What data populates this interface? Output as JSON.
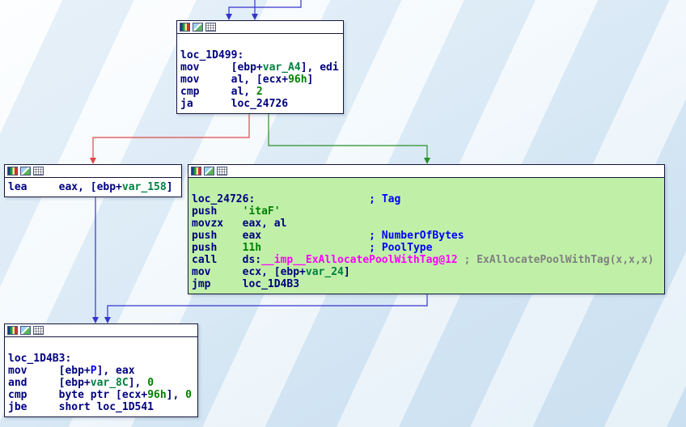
{
  "app": "disassembler-graph-view",
  "colors": {
    "code_default": "#000080",
    "number": "#008000",
    "string_literal": "#008000",
    "stack_var": "#008040",
    "named_var": "#0000ff",
    "comment": "#0000ff",
    "import_name": "#ff00ff",
    "auto_comment": "#808080",
    "edge_normal": "#3434cc",
    "edge_false": "#e04848",
    "edge_true": "#289028",
    "node_bg": "#ffffff",
    "node_highlight_bg": "#c0f0a8",
    "node_border": "#15153a"
  },
  "node_toolbar_icons": [
    "color-swatch-icon",
    "image-icon",
    "calculator-icon"
  ],
  "nodes": [
    {
      "name": "loc_1D499",
      "highlight": false,
      "lines": [
        [
          {
            "t": "loc_1D499:",
            "c": "default"
          }
        ],
        [
          {
            "t": "mov     [ebp+",
            "c": "default"
          },
          {
            "t": "var_A4",
            "c": "stack_var"
          },
          {
            "t": "], edi",
            "c": "default"
          }
        ],
        [
          {
            "t": "mov     al, [ecx+",
            "c": "default"
          },
          {
            "t": "96h",
            "c": "number"
          },
          {
            "t": "]",
            "c": "default"
          }
        ],
        [
          {
            "t": "cmp     al, ",
            "c": "default"
          },
          {
            "t": "2",
            "c": "number"
          }
        ],
        [
          {
            "t": "ja      loc_24726",
            "c": "default"
          }
        ]
      ]
    },
    {
      "name": "lea-block",
      "highlight": false,
      "lines": [
        [
          {
            "t": "lea     eax, [ebp+",
            "c": "default"
          },
          {
            "t": "var_158",
            "c": "stack_var"
          },
          {
            "t": "]",
            "c": "default"
          }
        ]
      ]
    },
    {
      "name": "loc_24726",
      "highlight": true,
      "lines": [
        [
          {
            "t": "loc_24726:",
            "c": "default"
          },
          {
            "t": "                  ",
            "c": "default"
          },
          {
            "t": "; Tag",
            "c": "comment"
          }
        ],
        [
          {
            "t": "push    ",
            "c": "default"
          },
          {
            "t": "'itaF'",
            "c": "string"
          }
        ],
        [
          {
            "t": "movzx   eax, al",
            "c": "default"
          }
        ],
        [
          {
            "t": "push    eax",
            "c": "default"
          },
          {
            "t": "                 ",
            "c": "default"
          },
          {
            "t": "; NumberOfBytes",
            "c": "comment"
          }
        ],
        [
          {
            "t": "push    ",
            "c": "default"
          },
          {
            "t": "11h",
            "c": "number"
          },
          {
            "t": "                 ",
            "c": "default"
          },
          {
            "t": "; PoolType",
            "c": "comment"
          }
        ],
        [
          {
            "t": "call    ds:",
            "c": "default"
          },
          {
            "t": "__imp__ExAllocatePoolWithTag@12",
            "c": "import"
          },
          {
            "t": " ",
            "c": "default"
          },
          {
            "t": "; ExAllocatePoolWithTag(x,x,x)",
            "c": "auto_comment"
          }
        ],
        [
          {
            "t": "mov     ecx, [ebp+",
            "c": "default"
          },
          {
            "t": "var_24",
            "c": "stack_var"
          },
          {
            "t": "]",
            "c": "default"
          }
        ],
        [
          {
            "t": "jmp     loc_1D4B3",
            "c": "default"
          }
        ]
      ]
    },
    {
      "name": "loc_1D4B3",
      "highlight": false,
      "lines": [
        [
          {
            "t": "loc_1D4B3:",
            "c": "default"
          }
        ],
        [
          {
            "t": "mov     [ebp+",
            "c": "default"
          },
          {
            "t": "P",
            "c": "named_var"
          },
          {
            "t": "], eax",
            "c": "default"
          }
        ],
        [
          {
            "t": "and     [ebp+",
            "c": "default"
          },
          {
            "t": "var_8C",
            "c": "stack_var"
          },
          {
            "t": "], ",
            "c": "default"
          },
          {
            "t": "0",
            "c": "number"
          }
        ],
        [
          {
            "t": "cmp     byte ptr [ecx+",
            "c": "default"
          },
          {
            "t": "96h",
            "c": "number"
          },
          {
            "t": "], ",
            "c": "default"
          },
          {
            "t": "0",
            "c": "number"
          }
        ],
        [
          {
            "t": "jbe     short loc_1D541",
            "c": "default"
          }
        ]
      ]
    }
  ]
}
